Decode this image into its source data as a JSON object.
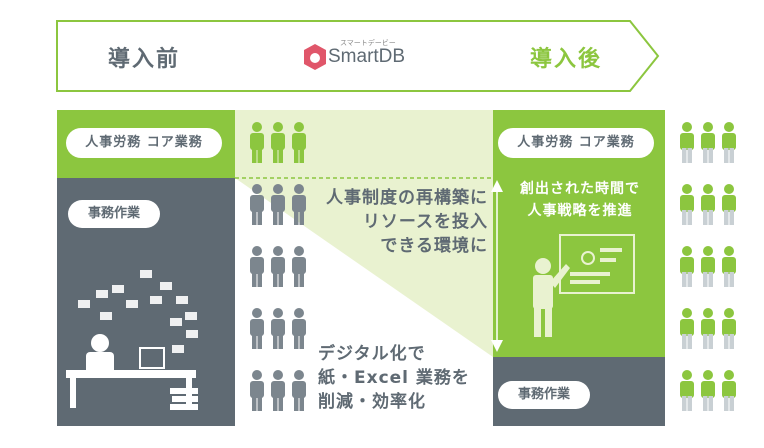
{
  "header": {
    "before_label": "導入前",
    "after_label": "導入後",
    "logo_kana": "スマートデービー",
    "logo_name": "SmartDB"
  },
  "left_panel": {
    "core_label": "人事労務 コア業務",
    "admin_label": "事務作業"
  },
  "center_panel": {
    "callout_top": [
      "人事制度の再構築に",
      "リソースを投入",
      "できる環境に"
    ],
    "callout_bottom": [
      "デジタル化で",
      "紙・Excel 業務を",
      "削減・効率化"
    ]
  },
  "right_panel": {
    "core_label": "人事労務 コア業務",
    "created_time": [
      "創出された時間で",
      "人事戦略を推進"
    ],
    "admin_label": "事務作業"
  },
  "colors": {
    "green": "#8cc63f",
    "dark_gray": "#5f6a73",
    "light_green": "#e9f2d0",
    "gray_person": "#7c868e"
  },
  "icons": [
    "person-icon",
    "stressed-worker-icon",
    "presenter-icon"
  ]
}
